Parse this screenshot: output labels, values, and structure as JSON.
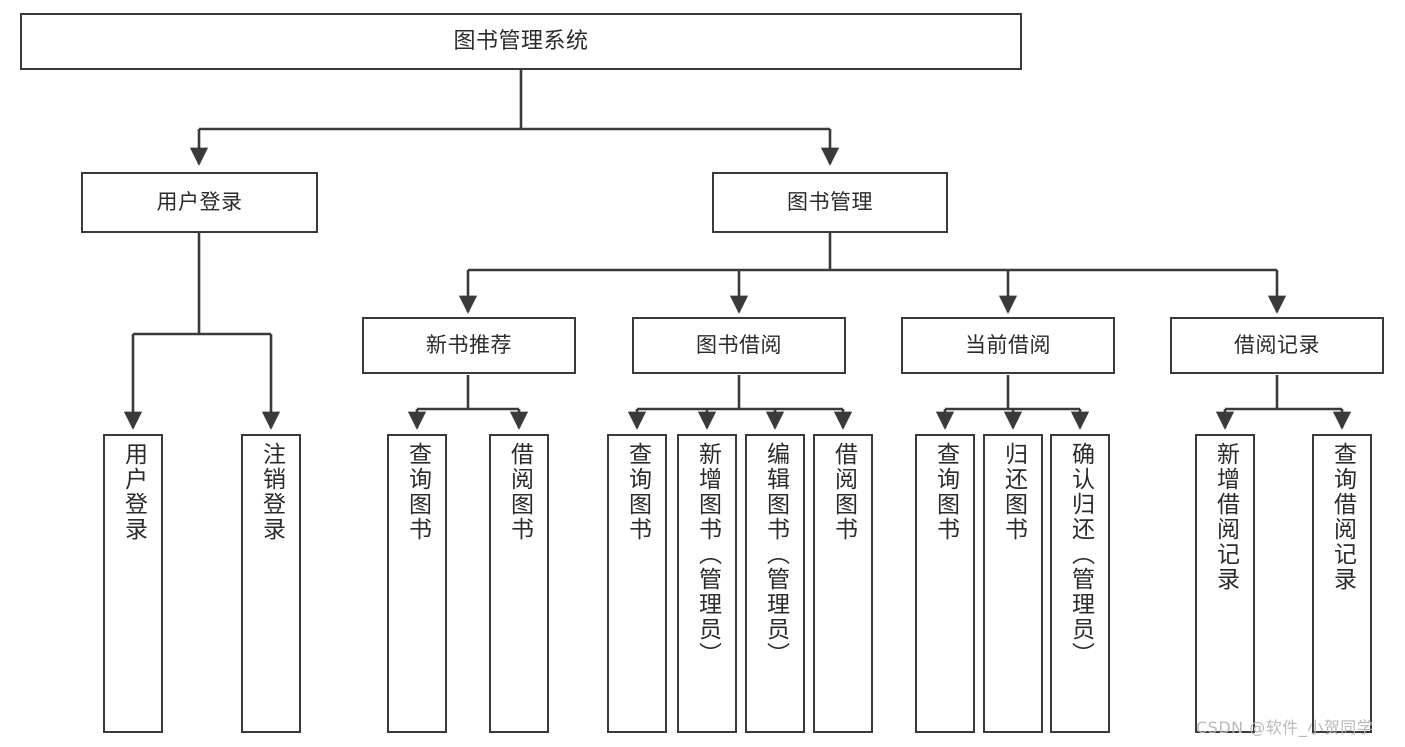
{
  "diagram": {
    "type": "tree",
    "title": "图书管理系统",
    "root": {
      "label": "图书管理系统"
    },
    "level1": [
      {
        "label": "用户登录"
      },
      {
        "label": "图书管理"
      }
    ],
    "level2": [
      {
        "label": "新书推荐"
      },
      {
        "label": "图书借阅"
      },
      {
        "label": "当前借阅"
      },
      {
        "label": "借阅记录"
      }
    ],
    "leaves": {
      "user_login": [
        {
          "label": "用户登录"
        },
        {
          "label": "注销登录"
        }
      ],
      "new_book_recommend": [
        {
          "label": "查询图书"
        },
        {
          "label": "借阅图书"
        }
      ],
      "book_borrow": [
        {
          "label": "查询图书"
        },
        {
          "label": "新增图书（管理员）"
        },
        {
          "label": "编辑图书（管理员）"
        },
        {
          "label": "借阅图书"
        }
      ],
      "current_borrow": [
        {
          "label": "查询图书"
        },
        {
          "label": "归还图书"
        },
        {
          "label": "确认归还（管理员）"
        }
      ],
      "borrow_record": [
        {
          "label": "新增借阅记录"
        },
        {
          "label": "查询借阅记录"
        }
      ]
    }
  },
  "watermark": {
    "text": "CSDN @软件_小贺同学"
  },
  "colors": {
    "stroke": "#3a3a3a",
    "text": "#2b2b2b",
    "background": "#ffffff",
    "watermark": "#b9b9b9"
  }
}
